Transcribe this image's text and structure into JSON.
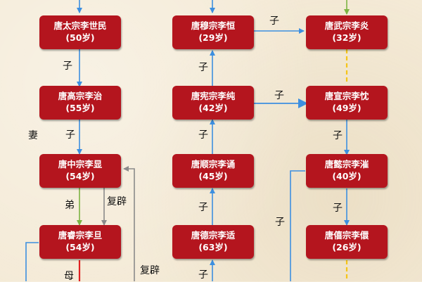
{
  "nodes": {
    "taizong": {
      "name": "唐太宗李世民",
      "age": "(50岁)"
    },
    "gaozong": {
      "name": "唐高宗李治",
      "age": "(55岁)"
    },
    "zhongzong": {
      "name": "唐中宗李显",
      "age": "(54岁)"
    },
    "ruizong": {
      "name": "唐睿宗李旦",
      "age": "(54岁)"
    },
    "muzong": {
      "name": "唐穆宗李恒",
      "age": "(29岁)"
    },
    "xianzong": {
      "name": "唐宪宗李纯",
      "age": "(42岁)"
    },
    "shunzong": {
      "name": "唐顺宗李诵",
      "age": "(45岁)"
    },
    "dezong": {
      "name": "唐德宗李适",
      "age": "(63岁)"
    },
    "wuzong": {
      "name": "唐武宗李炎",
      "age": "(32岁)"
    },
    "xuanzong": {
      "name": "唐宣宗李忱",
      "age": "(49岁)"
    },
    "yizong": {
      "name": "唐懿宗李漼",
      "age": "(40岁)"
    },
    "xizong": {
      "name": "唐僖宗李儇",
      "age": "(26岁)"
    }
  },
  "labels": {
    "son": "子",
    "wife": "妻",
    "younger_brother": "弟",
    "restore": "复辟",
    "mother": "母"
  },
  "colors": {
    "node": "#b4151e",
    "blue_arrow": "#3d8fe0",
    "green_arrow": "#7cb342",
    "gray_arrow": "#8a8a8a",
    "red_line": "#e02020",
    "yellow_dash": "#f5c518"
  }
}
